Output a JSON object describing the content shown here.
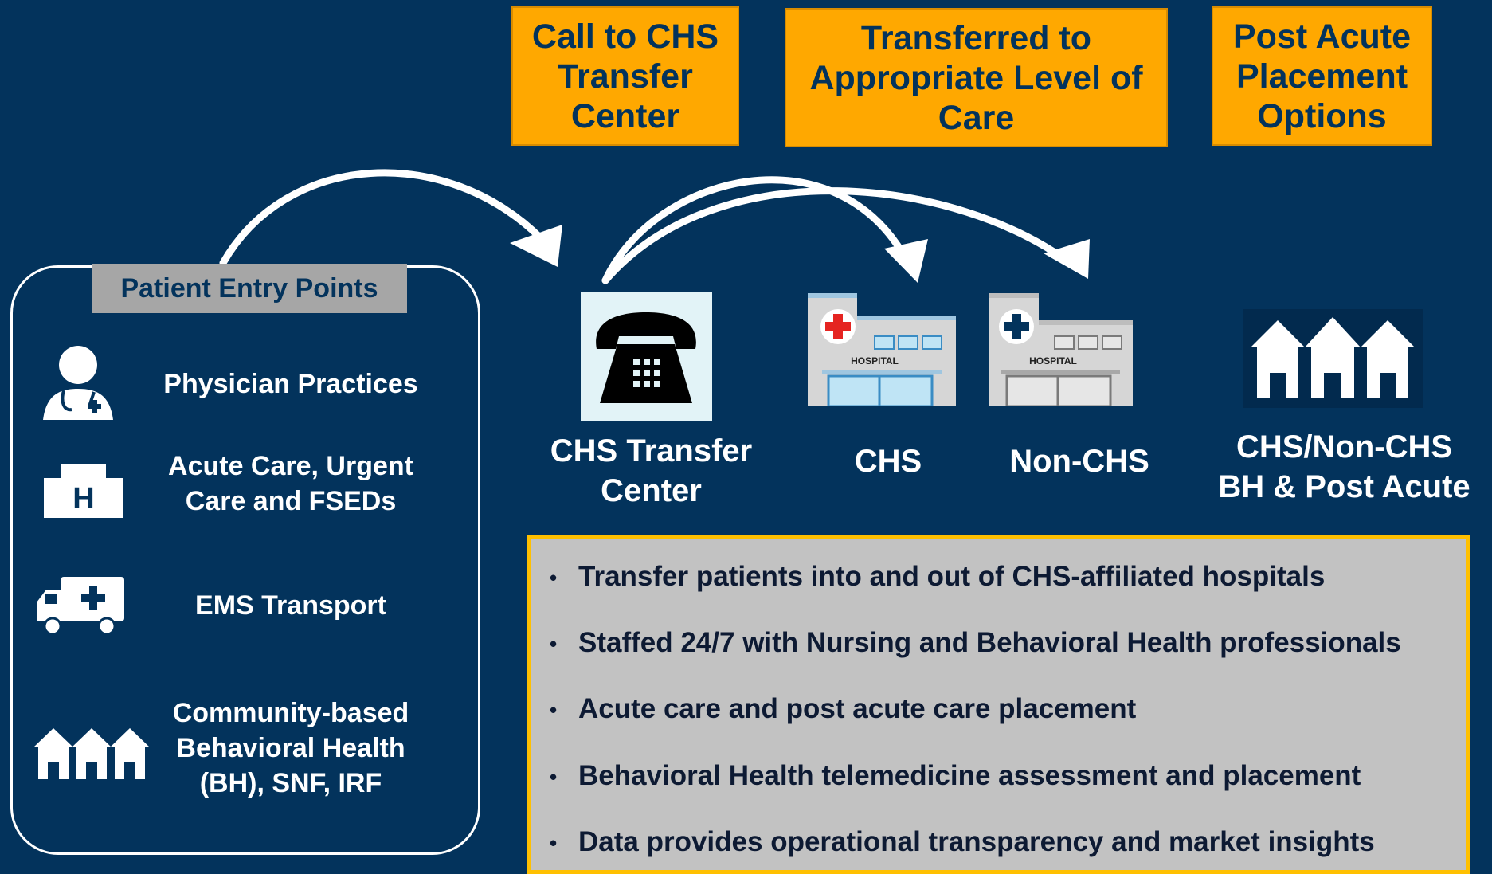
{
  "header_boxes": [
    {
      "label": "Call to CHS\nTransfer\nCenter"
    },
    {
      "label": "Transferred to\nAppropriate Level of\nCare"
    },
    {
      "label": "Post Acute\nPlacement\nOptions"
    }
  ],
  "entry_points": {
    "title": "Patient Entry Points",
    "items": [
      {
        "label": "Physician Practices",
        "icon": "doctor-icon"
      },
      {
        "label": "Acute Care, Urgent\nCare and FSEDs",
        "icon": "hospital-h-icon"
      },
      {
        "label": "EMS Transport",
        "icon": "ambulance-icon"
      },
      {
        "label": "Community-based\nBehavioral Health\n(BH), SNF, IRF",
        "icon": "houses-icon"
      }
    ]
  },
  "destinations": [
    {
      "label": "CHS Transfer\nCenter",
      "icon": "telephone-icon"
    },
    {
      "label": "CHS",
      "icon": "hospital-red-cross-icon",
      "sign": "HOSPITAL"
    },
    {
      "label": "Non-CHS",
      "icon": "hospital-blue-cross-icon",
      "sign": "HOSPITAL"
    },
    {
      "label": "CHS/Non-CHS\nBH & Post Acute",
      "icon": "houses-icon"
    }
  ],
  "bullets": [
    "Transfer patients into and out of CHS-affiliated hospitals",
    "Staffed 24/7 with Nursing and Behavioral Health professionals",
    "Acute care and post acute care placement",
    "Behavioral Health telemedicine assessment and placement",
    "Data provides operational transparency and market insights"
  ],
  "colors": {
    "background": "#03335c",
    "accent_orange": "#ffa800",
    "info_box": "#c2c2c2",
    "info_border": "#ffc000"
  }
}
